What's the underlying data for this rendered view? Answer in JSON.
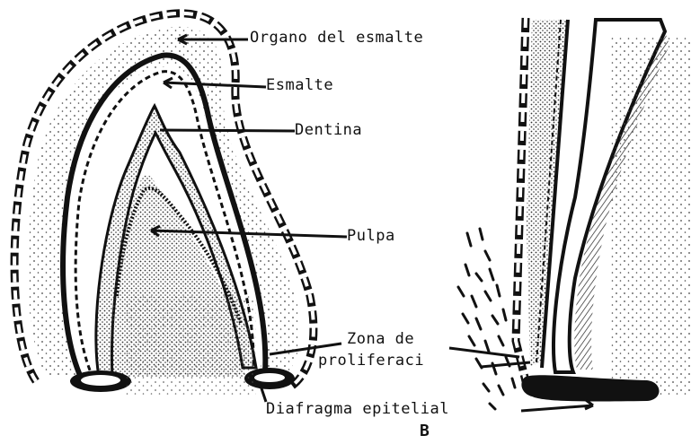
{
  "labels": {
    "organo_esmalte": "Organo del esmalte",
    "esmalte": "Esmalte",
    "dentina": "Dentina",
    "pulpa": "Pulpa",
    "zona_proliferacion_1": "Zona de",
    "zona_proliferacion_2": "proliferaci",
    "diafragma": "Diafragma epitelial",
    "figure_b": "B"
  },
  "colors": {
    "ink": "#111111",
    "stipple": "#444444",
    "paper": "#ffffff"
  }
}
